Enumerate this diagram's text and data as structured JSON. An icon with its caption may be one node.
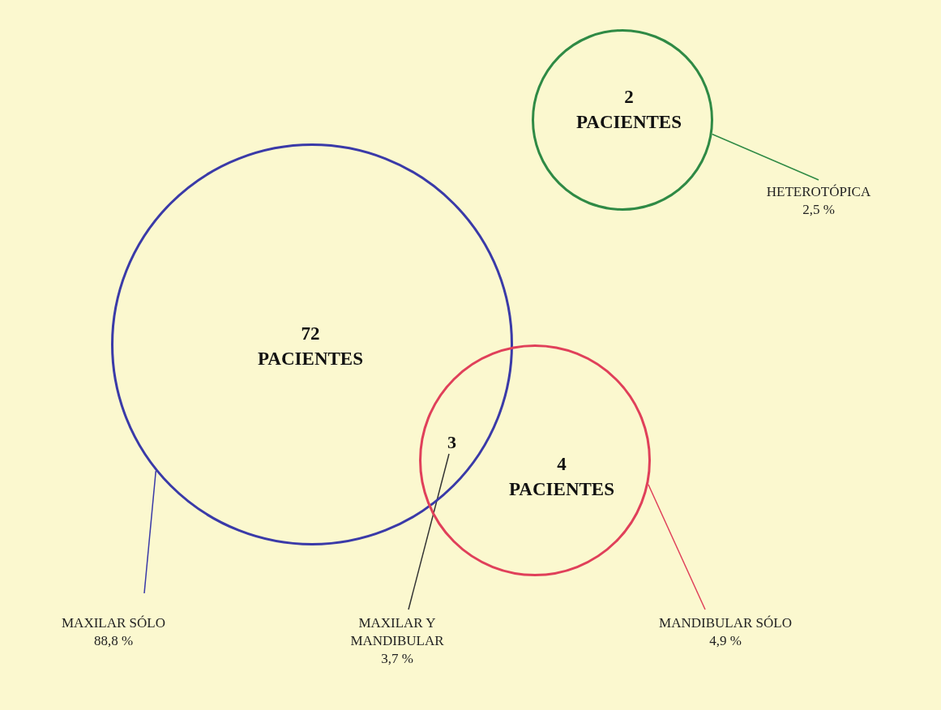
{
  "diagram": {
    "nodes": [
      {
        "text": [
          "72 PACIENTES"
        ]
      },
      {
        "text": [
          "4 PACIENTES"
        ]
      },
      {
        "text": [
          "2 PACIENTES"
        ]
      },
      {
        "text": [
          "MAXILAR SÓLO",
          "88,8 %"
        ]
      },
      {
        "text": [
          "MAXILAR Y MANDIBULAR",
          "3,7 %"
        ]
      },
      {
        "text": [
          "MANDIBULAR SÓLO",
          "4,9 %"
        ]
      },
      {
        "text": [
          "HETEROTÓPICA",
          "2,5 %"
        ]
      },
      {
        "text": [
          "3"
        ]
      }
    ],
    "edges": [
      {
        "from": 3,
        "to": 0,
        "arrow": "none",
        "color": "#3a3aa8"
      },
      {
        "from": 4,
        "to": 7,
        "arrow": "none",
        "color": "#333333"
      },
      {
        "from": 5,
        "to": 1,
        "arrow": "none",
        "color": "#e0405a"
      },
      {
        "from": 6,
        "to": 2,
        "arrow": "none",
        "color": "#2f8a45"
      }
    ]
  }
}
